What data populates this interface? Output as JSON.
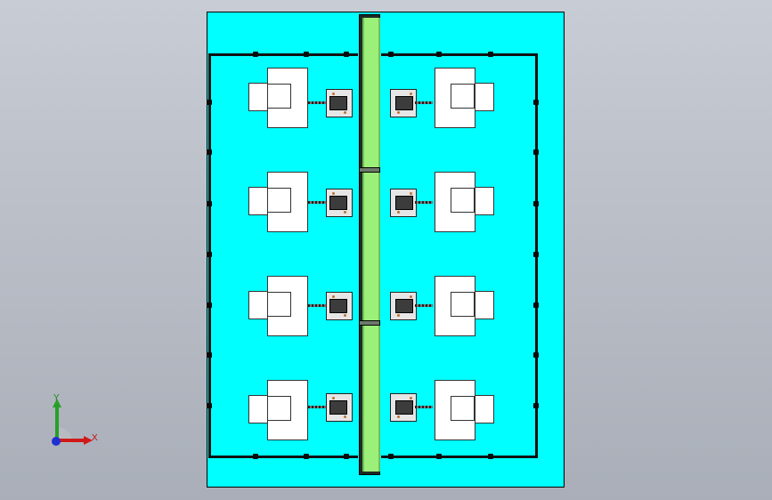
{
  "axes": {
    "y_label": "Y",
    "x_label": "X"
  },
  "colors": {
    "board": "#00ffff",
    "belt": "#9cf07a",
    "background_top": "#c8ccd4",
    "background_bottom": "#a9aeb8"
  },
  "layout_summary": {
    "machine_rows": 4,
    "machines_per_side": 4,
    "robots_per_side": 4
  }
}
